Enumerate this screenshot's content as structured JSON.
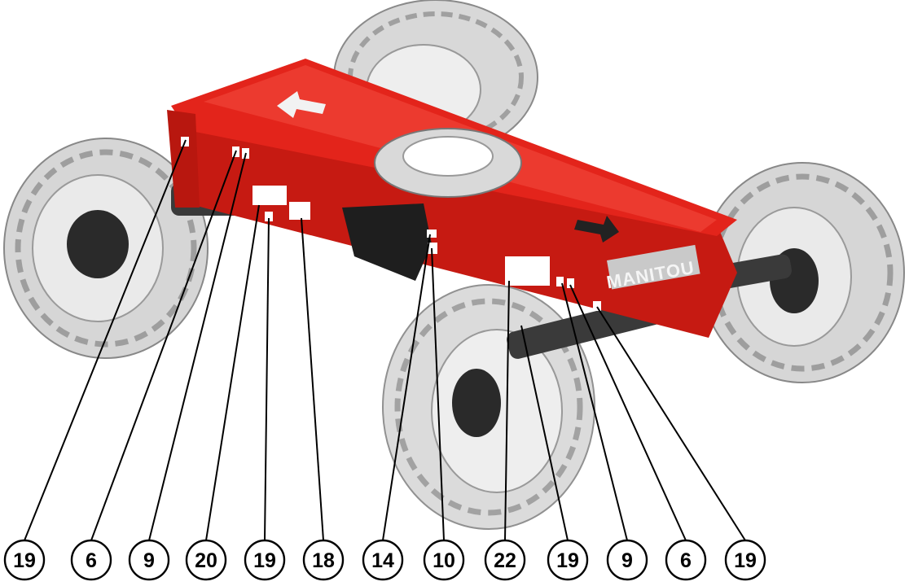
{
  "diagram": {
    "brand_plate": "MANITOU",
    "colors": {
      "chassis": "#e3241b",
      "chassis_dark": "#a8150f",
      "chassis_top": "#ec3a2f",
      "tire": "#dcdcdc",
      "tire_dark": "#9a9a9a",
      "hub": "#2a2a2a",
      "label_panel": "#ffffff"
    },
    "callouts": [
      {
        "label": "19"
      },
      {
        "label": "6"
      },
      {
        "label": "9"
      },
      {
        "label": "20"
      },
      {
        "label": "19"
      },
      {
        "label": "18"
      },
      {
        "label": "14"
      },
      {
        "label": "10"
      },
      {
        "label": "22"
      },
      {
        "label": "19"
      },
      {
        "label": "9"
      },
      {
        "label": "6"
      },
      {
        "label": "19"
      }
    ]
  }
}
